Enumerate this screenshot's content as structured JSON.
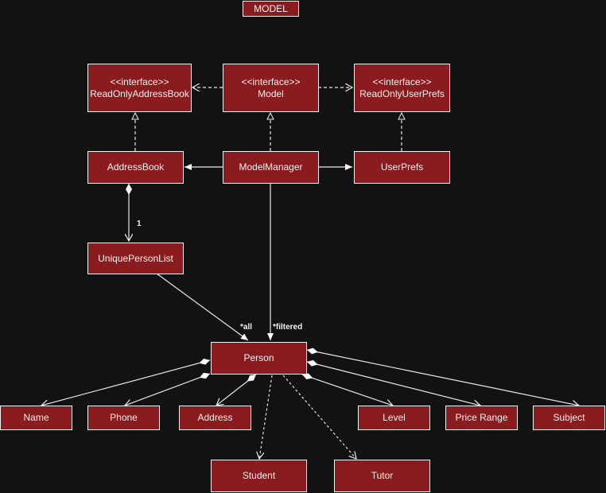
{
  "title": "MODEL",
  "colors": {
    "box_fill": "#8a1b1e",
    "border": "#f2f2f2",
    "background": "#121212"
  },
  "stereotype": "<<interface>>",
  "classes": {
    "read_only_address_book": "ReadOnlyAddressBook",
    "model": "Model",
    "read_only_user_prefs": "ReadOnlyUserPrefs",
    "address_book": "AddressBook",
    "model_manager": "ModelManager",
    "user_prefs": "UserPrefs",
    "unique_person_list": "UniquePersonList",
    "person": "Person",
    "name": "Name",
    "phone": "Phone",
    "address": "Address",
    "level": "Level",
    "price_range": "Price Range",
    "subject": "Subject",
    "student": "Student",
    "tutor": "Tutor"
  },
  "multiplicities": {
    "address_book_to_list": "1",
    "all": "*all",
    "filtered": "*filtered"
  }
}
